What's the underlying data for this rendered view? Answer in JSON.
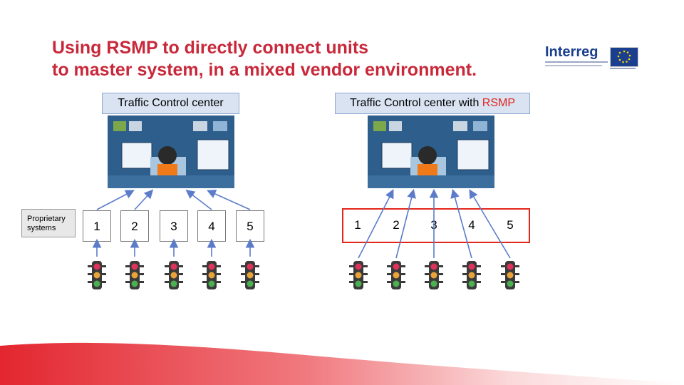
{
  "title": {
    "line1": "Using RSMP to directly connect units",
    "line2": "to master system, in a mixed vendor environment."
  },
  "logo": {
    "text": "Interreg"
  },
  "left_panel": {
    "label": "Traffic Control center",
    "proprietary_label": "Proprietary systems",
    "units": [
      "1",
      "2",
      "3",
      "4",
      "5"
    ]
  },
  "right_panel": {
    "label_prefix": "Traffic Control center with ",
    "label_highlight": "RSMP",
    "units": [
      "1",
      "2",
      "3",
      "4",
      "5"
    ]
  },
  "colors": {
    "title": "#c8283a",
    "label_bg": "#d9e3f2",
    "highlight": "#e3261b",
    "arrow": "#5b7cc9",
    "wave": "#e3262f"
  },
  "icons": [
    "traffic-light-icon",
    "control-room-illustration",
    "interreg-logo",
    "eu-flag-icon"
  ]
}
